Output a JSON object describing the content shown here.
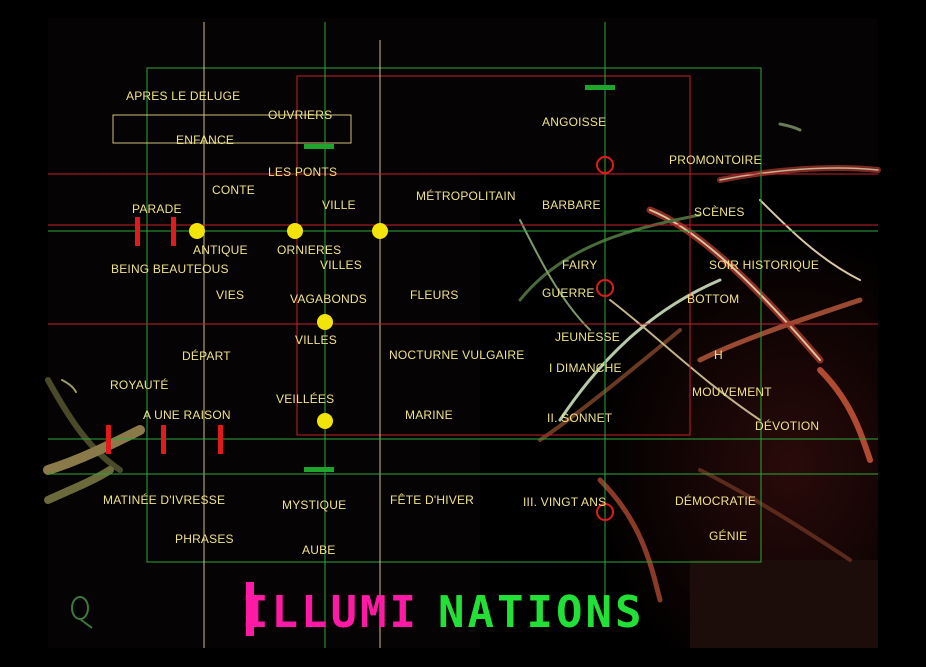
{
  "logo": {
    "part1": "ILLUMI",
    "part2": "NATIONS",
    "color1": "#ff1aa6",
    "color2": "#22e035"
  },
  "colors": {
    "text": "#efe28a",
    "green_line": "#2fa63a",
    "red_line": "#c2202a",
    "yellow_line": "#cfc27a",
    "yellow_dot": "#f2e40a",
    "red_mark": "#e01b1b",
    "green_mark": "#1fa52c"
  },
  "poems": {
    "apres_le_deluge": "APRES LE DELUGE",
    "ouvriers": "OUVRIERS",
    "enfance": "ENFANCE",
    "les_ponts": "LES PONTS",
    "conte": "CONTE",
    "ville": "VILLE",
    "metropolitain": "MÉTROPOLITAIN",
    "parade": "PARADE",
    "antique": "ANTIQUE",
    "ornieres": "ORNIERES",
    "being_beauteous": "BEING BEAUTEOUS",
    "villes_1": "VILLES",
    "vies": "VIES",
    "vagabonds": "VAGABONDS",
    "fleurs": "FLEURS",
    "villes_2": "VILLES",
    "depart": "DÉPART",
    "nocturne_vulgaire": "NOCTURNE VULGAIRE",
    "royaute": "ROYAUTÉ",
    "a_une_raison": "A UNE RAISON",
    "veillees": "VEILLÉES",
    "marine": "MARINE",
    "matinee_divresse": "MATINÉE D'IVRESSE",
    "mystique": "MYSTIQUE",
    "fete_dhiver": "FÊTE D'HIVER",
    "phrases": "PHRASES",
    "aube": "AUBE",
    "angoisse": "ANGOISSE",
    "promontoire": "PROMONTOIRE",
    "barbare": "BARBARE",
    "scenes": "SCÈNES",
    "fairy": "FAIRY",
    "soir_historique": "SOIR HISTORIQUE",
    "guerre": "GUERRE",
    "bottom": "BOTTOM",
    "jeunesse": "JEUNESSE",
    "h": "H",
    "i_dimanche": "I DIMANCHE",
    "mouvement": "MOUVEMENT",
    "ii_sonnet": "II. SONNET",
    "devotion": "DÉVOTION",
    "iii_vingt_ans": "III. VINGT ANS",
    "democratie": "DÉMOCRATIE",
    "genie": "GÉNIE"
  }
}
